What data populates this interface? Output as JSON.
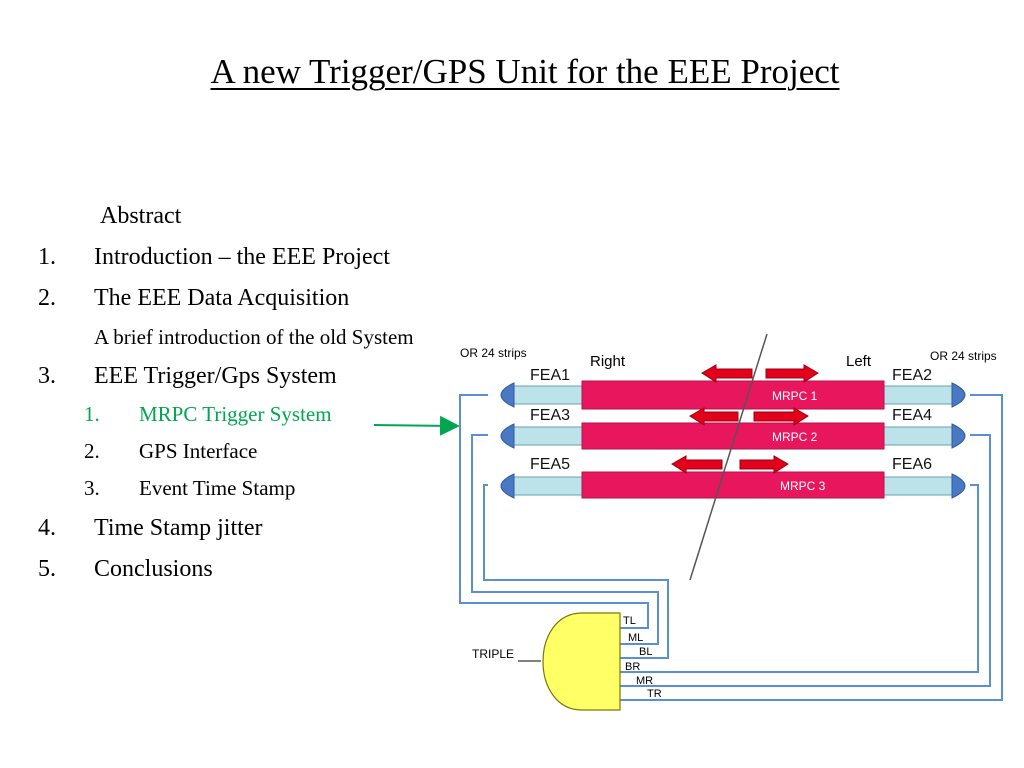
{
  "slide": {
    "title": "A new Trigger/GPS Unit for the EEE Project"
  },
  "outline": {
    "abstract": "Abstract",
    "items": [
      {
        "num": "1.",
        "text": "Introduction – the EEE Project"
      },
      {
        "num": "2.",
        "text": "The EEE Data Acquisition"
      },
      {
        "num": "",
        "text": "A brief introduction of the old System"
      },
      {
        "num": "3.",
        "text": "EEE Trigger/Gps System"
      },
      {
        "num": "1.",
        "text": "MRPC Trigger System"
      },
      {
        "num": "2.",
        "text": "GPS Interface"
      },
      {
        "num": "3.",
        "text": "Event Time Stamp"
      },
      {
        "num": "4.",
        "text": "Time Stamp jitter"
      },
      {
        "num": "5.",
        "text": "Conclusions"
      }
    ]
  },
  "diagram": {
    "or_strips_left": "OR 24 strips",
    "or_strips_right": "OR 24 strips",
    "right_label": "Right",
    "left_label": "Left",
    "chambers": [
      {
        "left_fea": "FEA1",
        "right_fea": "FEA2",
        "name": "MRPC 1"
      },
      {
        "left_fea": "FEA3",
        "right_fea": "FEA4",
        "name": "MRPC 2"
      },
      {
        "left_fea": "FEA5",
        "right_fea": "FEA6",
        "name": "MRPC 3"
      }
    ],
    "gate_label": "TRIPLE",
    "inputs": [
      "TL",
      "ML",
      "BL",
      "BR",
      "MR",
      "TR"
    ]
  },
  "colors": {
    "chamber": "#e8175d",
    "strip": "#bde3ea",
    "connector": "#4a78c2",
    "wire": "#5b8fd4",
    "arrow": "#e3001b",
    "gate": "#ffff66",
    "highlight": "#00a650"
  }
}
